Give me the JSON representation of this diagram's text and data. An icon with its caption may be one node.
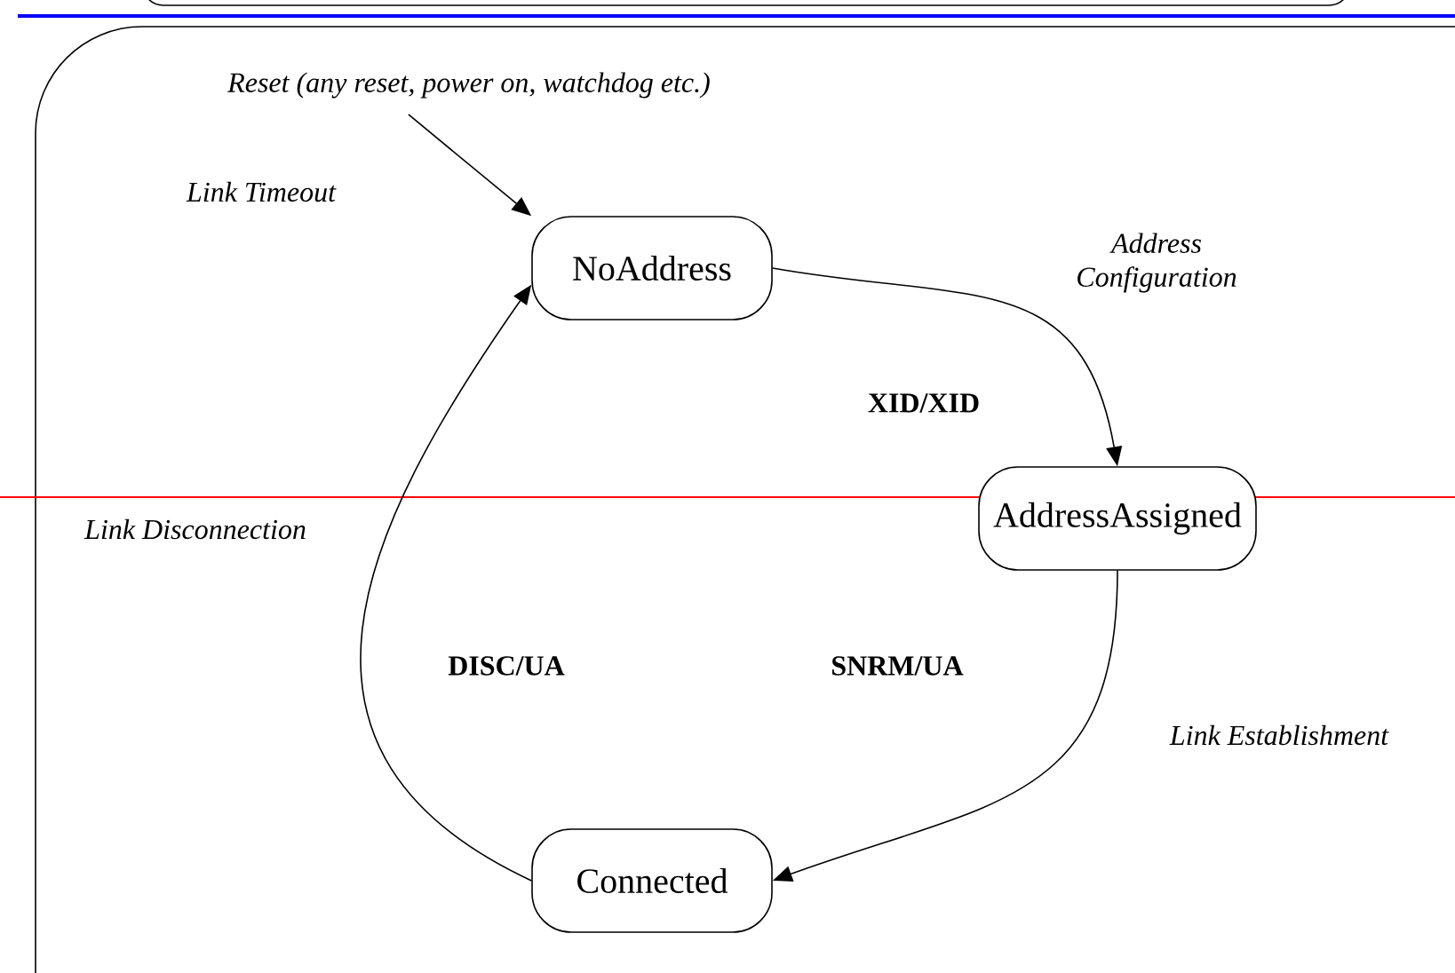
{
  "diagram": {
    "nodes": [
      {
        "text": [
          "Reset (any reset, power on, watchdog etc.)"
        ]
      },
      {
        "text": [
          "NoAddress"
        ]
      },
      {
        "text": [
          "AddressAssigned"
        ]
      },
      {
        "text": [
          "Connected"
        ]
      }
    ],
    "edges": [
      {
        "from": 0,
        "to": 1,
        "arrow": "to"
      },
      {
        "from": 1,
        "to": 2,
        "arrow": "to",
        "label": "XID/XID"
      },
      {
        "from": 2,
        "to": 3,
        "arrow": "to",
        "label": "SNRM/UA"
      },
      {
        "from": 3,
        "to": 1,
        "arrow": "to",
        "label": "DISC/UA"
      }
    ],
    "labels": [
      "Link Timeout",
      "Address Configuration",
      "Link Disconnection",
      "Link Establishment"
    ]
  }
}
